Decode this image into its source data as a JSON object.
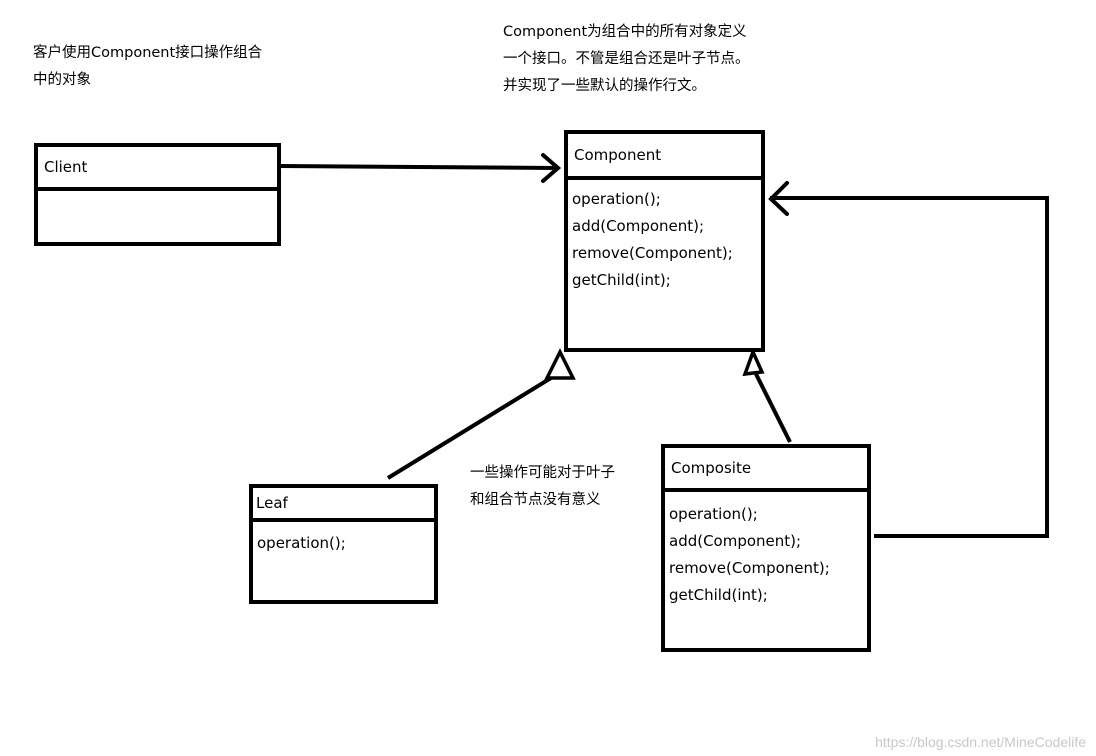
{
  "notes": {
    "client_note": [
      "客户使用Component接口操作组合",
      "中的对象"
    ],
    "component_note": [
      "Component为组合中的所有对象定义",
      "一个接口。不管是组合还是叶子节点。",
      "并实现了一些默认的操作行文。"
    ],
    "leaf_note": [
      "一些操作可能对于叶子",
      "和组合节点没有意义"
    ]
  },
  "classes": {
    "client": {
      "name": "Client",
      "methods": []
    },
    "component": {
      "name": "Component",
      "methods": [
        "operation();",
        "add(Component);",
        "remove(Component);",
        "getChild(int);"
      ]
    },
    "leaf": {
      "name": "Leaf",
      "methods": [
        "operation();"
      ]
    },
    "composite": {
      "name": "Composite",
      "methods": [
        "operation();",
        "add(Component);",
        "remove(Component);",
        "getChild(int);"
      ]
    }
  },
  "relations": [
    {
      "from": "Client",
      "to": "Component",
      "kind": "association"
    },
    {
      "from": "Leaf",
      "to": "Component",
      "kind": "inheritance"
    },
    {
      "from": "Composite",
      "to": "Component",
      "kind": "inheritance"
    },
    {
      "from": "Composite",
      "to": "Component",
      "kind": "association"
    }
  ],
  "watermark": "https://blog.csdn.net/MineCodelife"
}
